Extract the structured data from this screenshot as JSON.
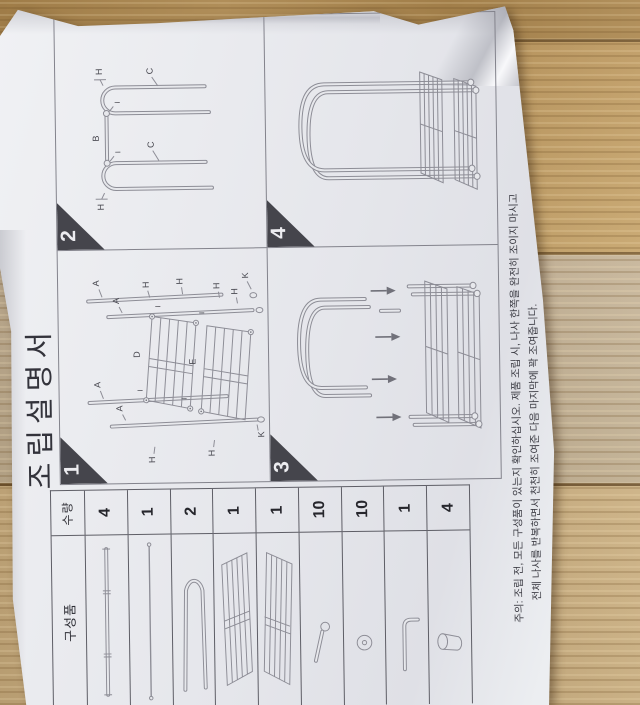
{
  "page": {
    "title": "조립설명서"
  },
  "steps": [
    {
      "number": "1"
    },
    {
      "number": "2"
    },
    {
      "number": "3"
    },
    {
      "number": "4"
    }
  ],
  "diagram_labels": {
    "A": "A",
    "B": "B",
    "C": "C",
    "D": "D",
    "E": "E",
    "H": "H",
    "I": "I",
    "K": "K"
  },
  "parts_table": {
    "headers": {
      "component": "구성품",
      "quantity": "수량"
    },
    "rows": [
      {
        "part": "pole",
        "qty": "4"
      },
      {
        "part": "long-rod",
        "qty": "1"
      },
      {
        "part": "u-frame",
        "qty": "2"
      },
      {
        "part": "mesh-shelf-a",
        "qty": "1"
      },
      {
        "part": "mesh-shelf-b",
        "qty": "1"
      },
      {
        "part": "bolt",
        "qty": "10"
      },
      {
        "part": "washer",
        "qty": "10"
      },
      {
        "part": "allen-key",
        "qty": "1"
      },
      {
        "part": "end-cap",
        "qty": "4"
      }
    ]
  },
  "caution": {
    "line1": "주의: 조립 전, 모든 구성품이 있는지 확인하십시오. 제품 조립 시, 나사 한쪽을 완전히 조이지 마시고",
    "line2": "전체 나사를 반복하면서 천천히 조여준 다음 마지막에 꽉 조여줍니다."
  },
  "colors": {
    "wood": "#bb975f",
    "paper": "#e9eaee",
    "step_badge": "#45454c",
    "line": "#8d8d96",
    "text": "#33333b"
  }
}
